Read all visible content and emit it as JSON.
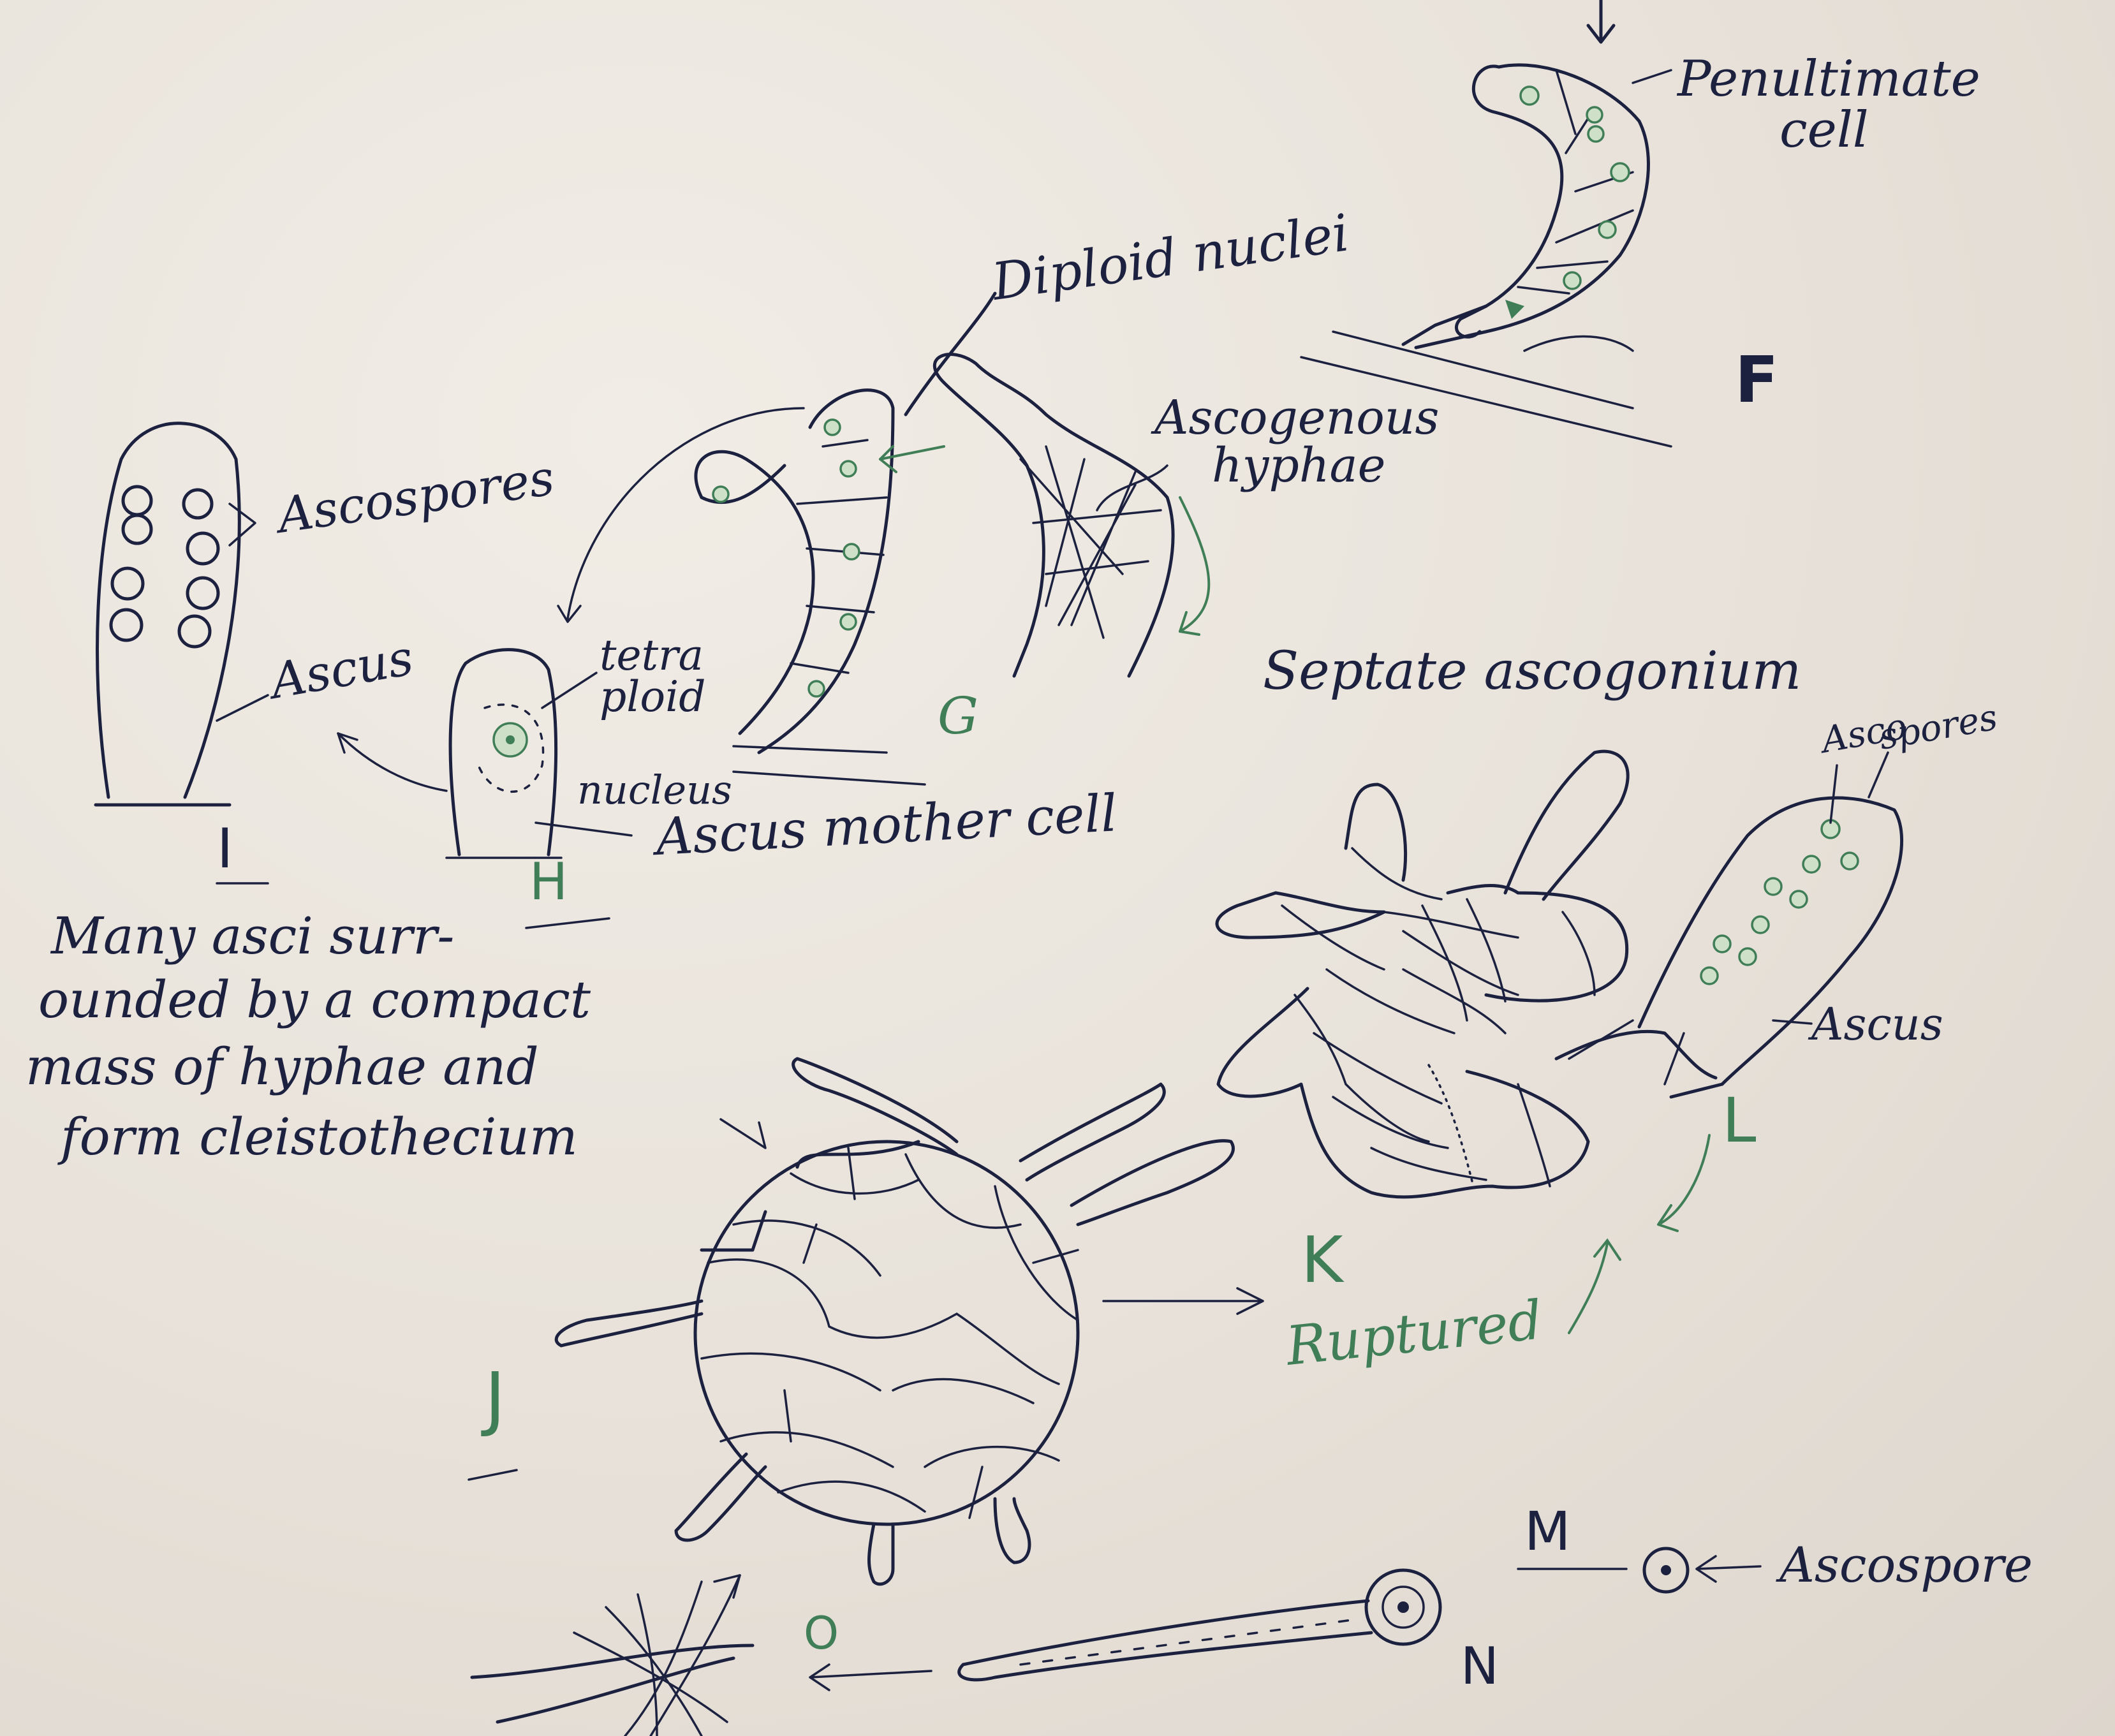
{
  "labels": {
    "penultimate_line1": "Penultimate",
    "penultimate_line2": "cell",
    "diploid_nuclei": "Diploid nuclei",
    "ascogenous_line1": "Ascogenous",
    "ascogenous_line2": "hyphae",
    "ascospores_i": "Ascospores",
    "ascus_i": "Ascus",
    "tetraploid_line1": "tetra",
    "tetraploid_line2": "ploid",
    "tetraploid_line3": "nucleus",
    "septate_ascogonium": "Septate ascogonium",
    "ascus_mother_cell": "Ascus mother cell",
    "asco_spores_l_line1": "Asco",
    "asco_spores_l_line2": "spores",
    "ascus_l": "Ascus",
    "note_line1": "Many asci surr-",
    "note_line2": "ounded by a compact",
    "note_line3": "mass of hyphae and",
    "note_line4": "form cleistothecium",
    "ruptured": "Ruptured",
    "ascospore_m": "Ascospore"
  },
  "figure_letters": {
    "F": "F",
    "G": "G",
    "H": "H",
    "I": "I",
    "J": "J",
    "K": "K",
    "L": "L",
    "M": "M",
    "N": "N",
    "O": "O"
  },
  "colors": {
    "ink": "#1c2140",
    "green": "#3f7e56",
    "paper": "#e8e3dc"
  }
}
